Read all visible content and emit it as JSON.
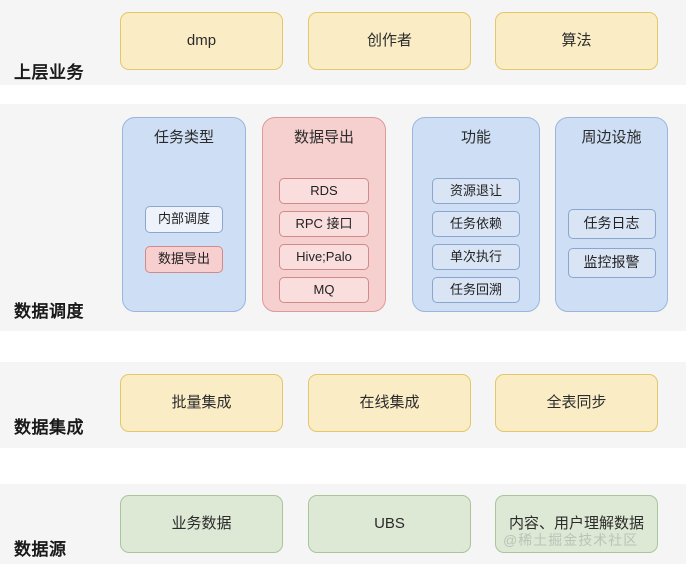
{
  "rows": {
    "upper_business": {
      "label": "上层业务",
      "cards": [
        {
          "label": "dmp"
        },
        {
          "label": "创作者"
        },
        {
          "label": "算法"
        }
      ]
    },
    "data_scheduling": {
      "label": "数据调度",
      "groups": [
        {
          "title": "任务类型",
          "color": "blue",
          "chips": [
            {
              "label": "内部调度",
              "style": "white-blue"
            },
            {
              "label": "数据导出",
              "style": "pink"
            }
          ]
        },
        {
          "title": "数据导出",
          "color": "pink",
          "chips": [
            {
              "label": "RDS",
              "style": "pink-light"
            },
            {
              "label": "RPC 接口",
              "style": "pink-light"
            },
            {
              "label": "Hive;Palo",
              "style": "pink-light"
            },
            {
              "label": "MQ",
              "style": "pink-light"
            }
          ]
        },
        {
          "title": "功能",
          "color": "blue",
          "chips": [
            {
              "label": "资源退让",
              "style": "blue"
            },
            {
              "label": "任务依赖",
              "style": "blue"
            },
            {
              "label": "单次执行",
              "style": "blue"
            },
            {
              "label": "任务回溯",
              "style": "blue"
            }
          ]
        },
        {
          "title": "周边设施",
          "color": "blue",
          "chips": [
            {
              "label": "任务日志",
              "style": "blue"
            },
            {
              "label": "监控报警",
              "style": "blue"
            }
          ]
        }
      ]
    },
    "data_integration": {
      "label": "数据集成",
      "cards": [
        {
          "label": "批量集成"
        },
        {
          "label": "在线集成"
        },
        {
          "label": "全表同步"
        }
      ]
    },
    "data_source": {
      "label": "数据源",
      "cards": [
        {
          "label": "业务数据"
        },
        {
          "label": "UBS"
        },
        {
          "label": "内容、用户理解数据"
        }
      ]
    }
  },
  "watermark": "@稀土掘金技术社区",
  "colors": {
    "band_background": "#f5f5f5",
    "yellow_fill": "#faedc6",
    "yellow_border": "#e3c768",
    "green_fill": "#dde8d5",
    "green_border": "#a9c59b",
    "blue_fill": "#cddef5",
    "blue_border": "#9bb6dd",
    "pink_fill": "#f6cfcf",
    "pink_border": "#dd9a9a"
  }
}
